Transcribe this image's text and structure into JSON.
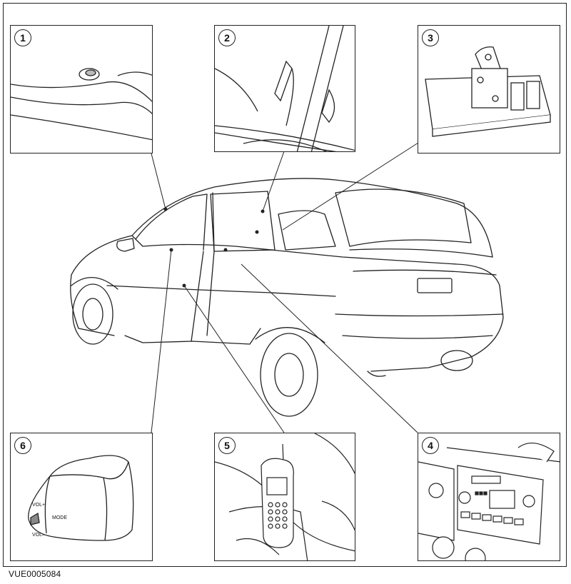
{
  "callouts": [
    "1",
    "2",
    "3",
    "4",
    "5",
    "6"
  ],
  "switch_labels": {
    "vol_up": "VOL+",
    "vol_down": "VOL–",
    "mode": "MODE"
  },
  "figure_code": "VUE0005084"
}
